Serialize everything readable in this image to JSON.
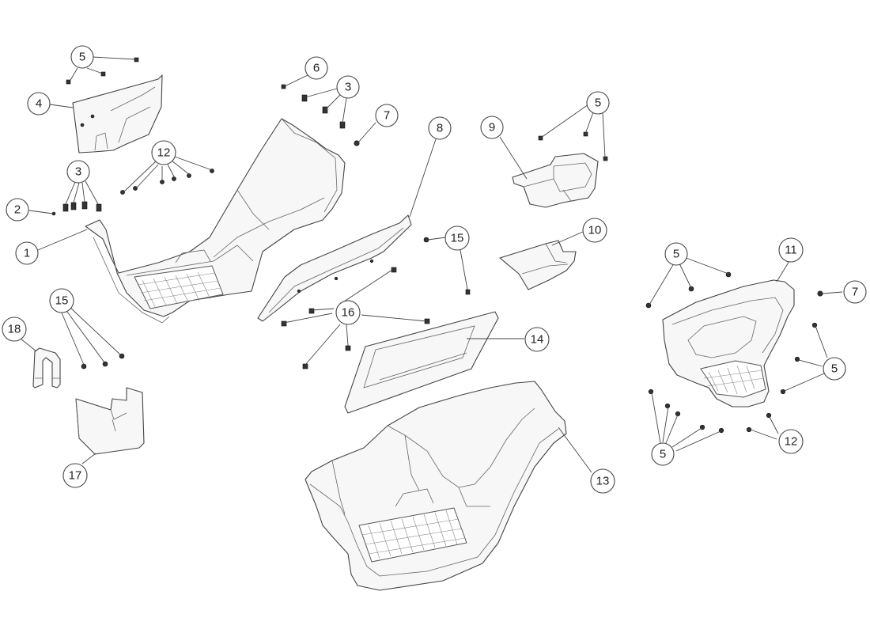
{
  "callouts": [
    {
      "id": "c5a",
      "label": "5"
    },
    {
      "id": "c4",
      "label": "4"
    },
    {
      "id": "c6",
      "label": "6"
    },
    {
      "id": "c3a",
      "label": "3"
    },
    {
      "id": "c7a",
      "label": "7"
    },
    {
      "id": "c8",
      "label": "8"
    },
    {
      "id": "c9",
      "label": "9"
    },
    {
      "id": "c5b",
      "label": "5"
    },
    {
      "id": "c12a",
      "label": "12"
    },
    {
      "id": "c3b",
      "label": "3"
    },
    {
      "id": "c2",
      "label": "2"
    },
    {
      "id": "c1",
      "label": "1"
    },
    {
      "id": "c15a",
      "label": "15"
    },
    {
      "id": "c10",
      "label": "10"
    },
    {
      "id": "c5c",
      "label": "5"
    },
    {
      "id": "c11",
      "label": "11"
    },
    {
      "id": "c7b",
      "label": "7"
    },
    {
      "id": "c15b",
      "label": "15"
    },
    {
      "id": "c16",
      "label": "16"
    },
    {
      "id": "c18",
      "label": "18"
    },
    {
      "id": "c14",
      "label": "14"
    },
    {
      "id": "c5d",
      "label": "5"
    },
    {
      "id": "c17",
      "label": "17"
    },
    {
      "id": "c13",
      "label": "13"
    },
    {
      "id": "c12b",
      "label": "12"
    },
    {
      "id": "c5e",
      "label": "5"
    }
  ]
}
